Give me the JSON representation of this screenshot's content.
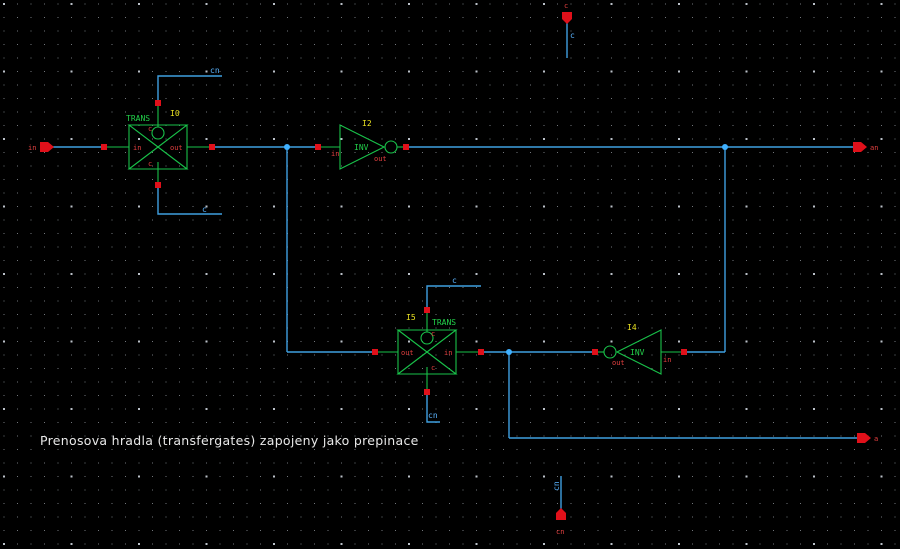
{
  "annotation": "Prenosova hradla (transfergates) zapojeny jako prepinace",
  "ports": {
    "in": "in",
    "an": "an",
    "a": "a",
    "c": "c",
    "cn": "cn"
  },
  "nets": {
    "cn_top": "cn",
    "c_bottom": "c",
    "c_mid": "c",
    "cn_mid": "cn",
    "c_port": "c",
    "cn_port": "cn"
  },
  "instances": {
    "I0": {
      "name": "I0",
      "cell": "TRANS",
      "pin_in": "in",
      "pin_out": "out",
      "pin_top": "c",
      "pin_bottom": "c"
    },
    "I2": {
      "name": "I2",
      "cell": "INV",
      "pin_in": "in",
      "pin_out": "out"
    },
    "I5": {
      "name": "I5",
      "cell": "TRANS",
      "pin_in": "in",
      "pin_out": "out",
      "pin_top": "c",
      "pin_bottom": "c"
    },
    "I4": {
      "name": "I4",
      "cell": "INV",
      "pin_in": "in",
      "pin_out": "out"
    }
  },
  "colors": {
    "background": "#000000",
    "wire": "#3f9fe0",
    "gate": "#19c24a",
    "pin": "#e0101a",
    "label": "#e8e020"
  }
}
